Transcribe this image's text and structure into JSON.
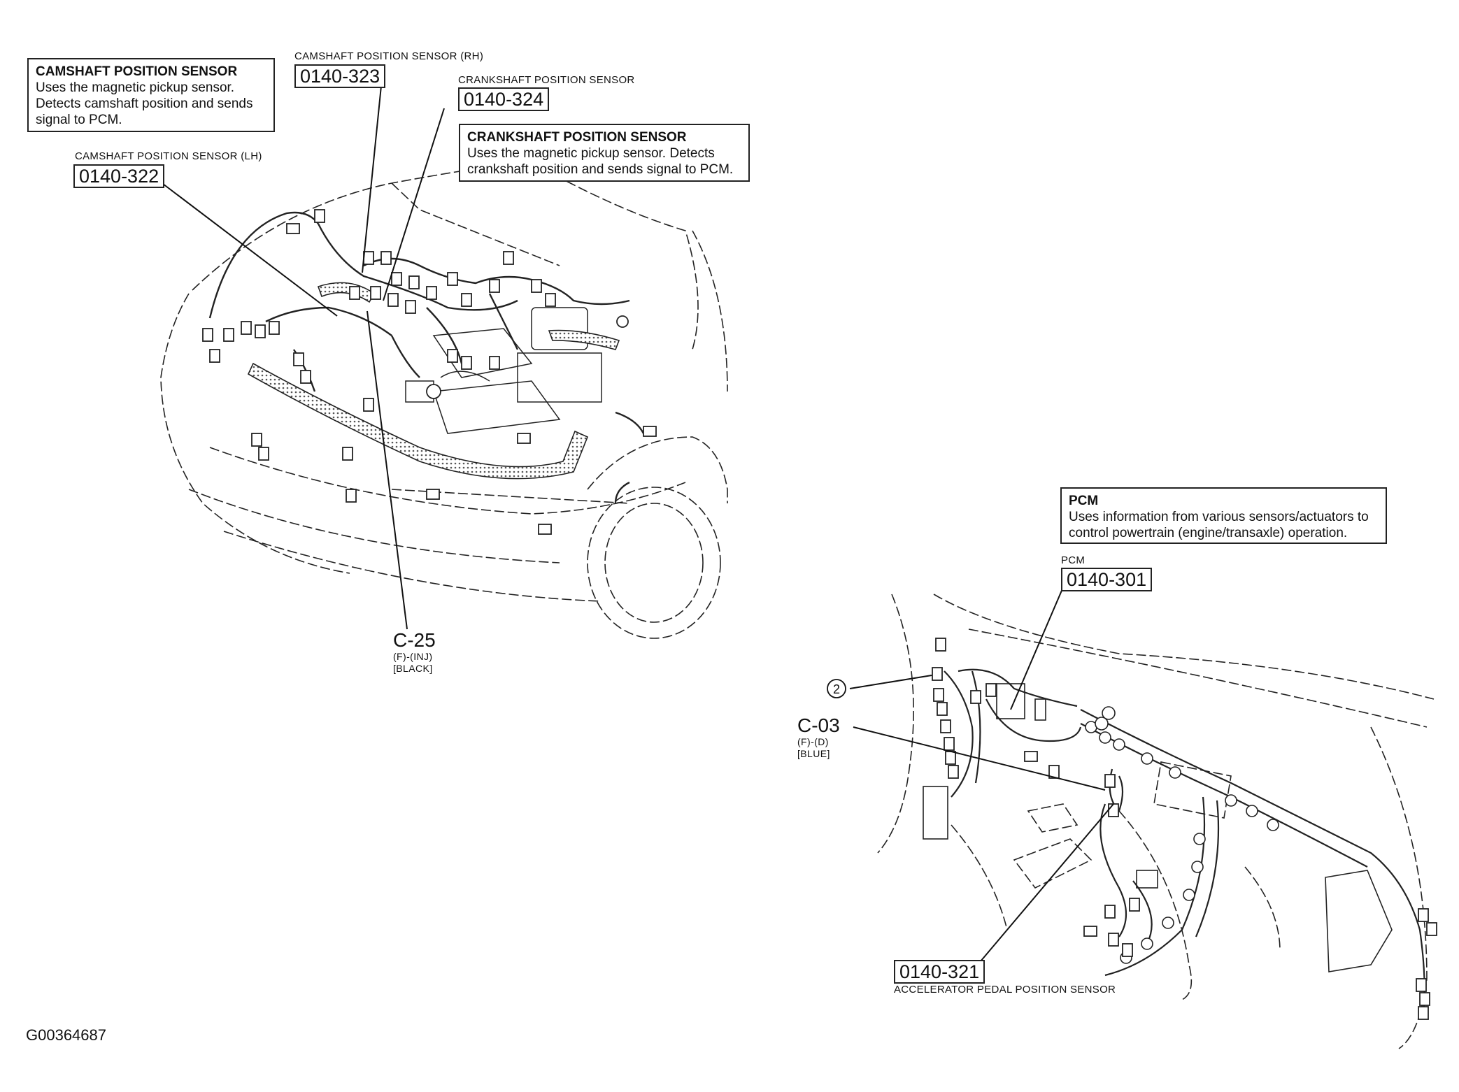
{
  "boxes": {
    "cmp": {
      "title": "CAMSHAFT POSITION SENSOR",
      "desc": "Uses the magnetic pickup sensor.\nDetects camshaft position and sends\nsignal to PCM."
    },
    "ckp": {
      "title": "CRANKSHAFT POSITION SENSOR",
      "desc": "Uses the magnetic pickup sensor. Detects\ncrankshaft position and sends signal to PCM."
    },
    "pcm": {
      "title": "PCM",
      "desc": "Uses information from various sensors/actuators to\ncontrol powertrain (engine/transaxle) operation."
    }
  },
  "labels": {
    "cmp_rh": {
      "caption": "CAMSHAFT POSITION SENSOR (RH)",
      "code": "0140-323"
    },
    "ckp": {
      "caption": "CRANKSHAFT POSITION SENSOR",
      "code": "0140-324"
    },
    "cmp_lh": {
      "caption": "CAMSHAFT POSITION SENSOR (LH)",
      "code": "0140-322"
    },
    "pcm": {
      "caption": "PCM",
      "code": "0140-301"
    },
    "app": {
      "caption": "ACCELERATOR PEDAL POSITION SENSOR",
      "code": "0140-321"
    }
  },
  "connectors": {
    "c25": {
      "id": "C-25",
      "line1": "(F)-(INJ)",
      "line2": "[BLACK]"
    },
    "c03": {
      "id": "C-03",
      "line1": "(F)-(D)",
      "line2": "[BLUE]"
    },
    "circle_marker": "2"
  },
  "figure_id": "G00364687",
  "colors": {
    "line": "#111111",
    "harness_fill": "#cfcfcf",
    "background": "#ffffff"
  }
}
